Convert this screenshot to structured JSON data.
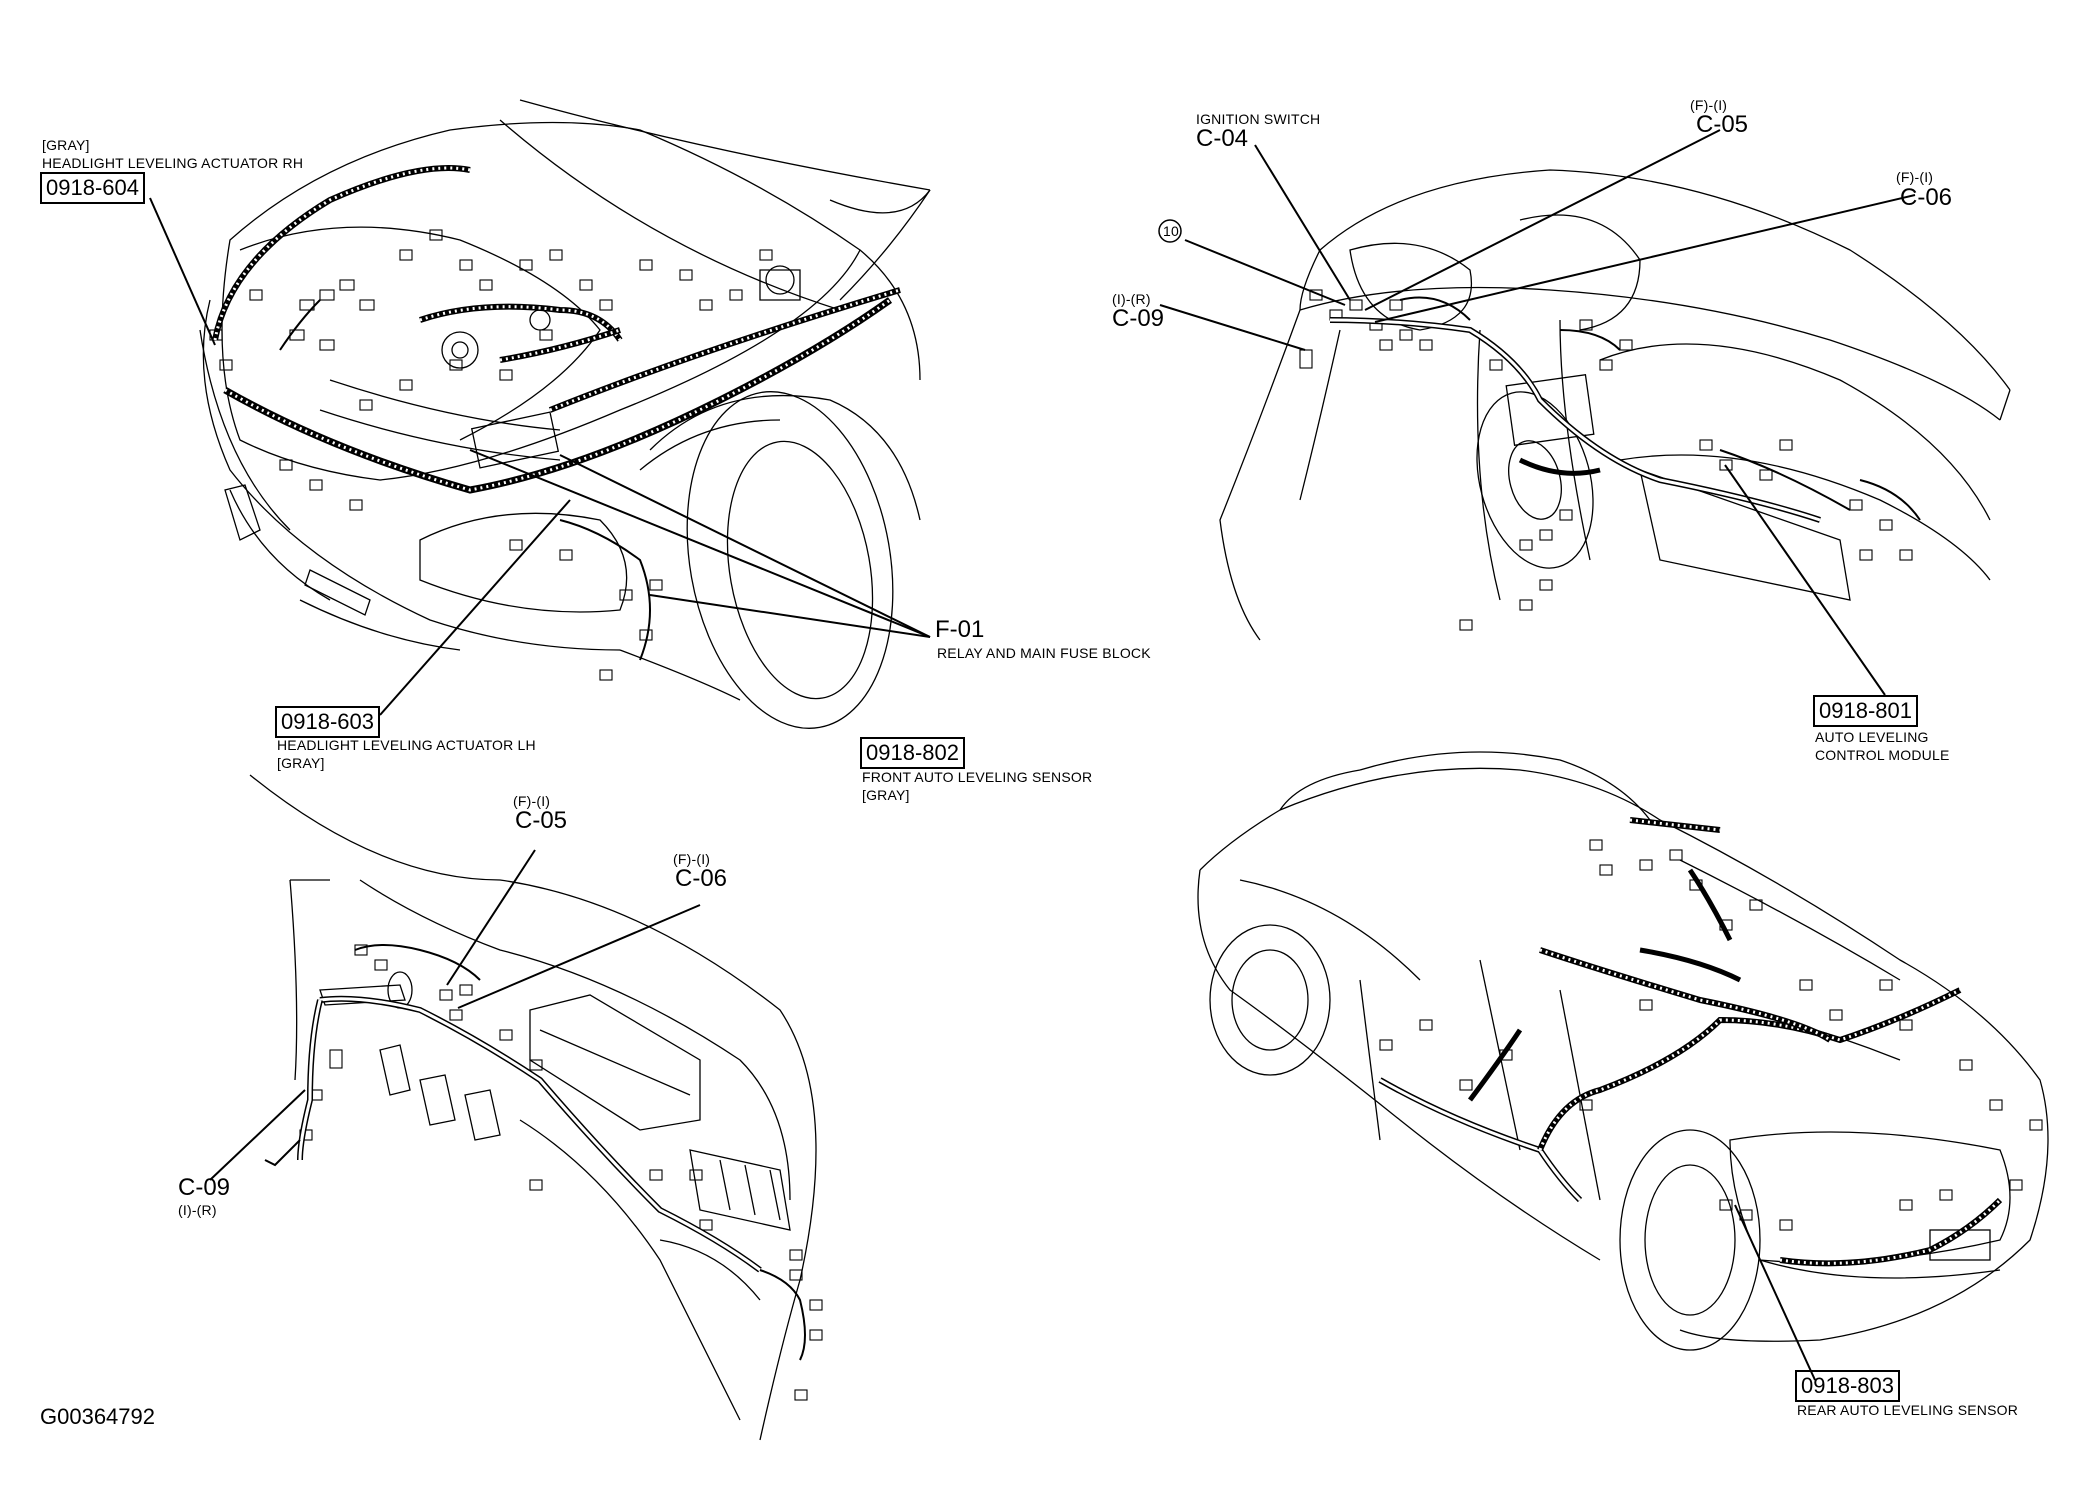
{
  "figure_id": "G00364792",
  "colors": {
    "ink": "#000000",
    "paper": "#ffffff",
    "harness": "#555555"
  },
  "callouts": {
    "rh_actuator": {
      "color": "[GRAY]",
      "name": "HEADLIGHT LEVELING ACTUATOR RH",
      "code": "0918-604"
    },
    "lh_actuator": {
      "code": "0918-603",
      "name": "HEADLIGHT LEVELING ACTUATOR LH",
      "color": "[GRAY]"
    },
    "front_sensor": {
      "code": "0918-802",
      "name": "FRONT AUTO LEVELING SENSOR",
      "color": "[GRAY]"
    },
    "fuse_block": {
      "code": "F-01",
      "name": "RELAY AND MAIN FUSE BLOCK"
    },
    "ignition": {
      "name": "IGNITION SWITCH",
      "code": "C-04"
    },
    "c05_top": {
      "group": "(F)-(I)",
      "code": "C-05"
    },
    "c06_top": {
      "group": "(F)-(I)",
      "code": "C-06"
    },
    "circle_ref": {
      "code": "10"
    },
    "c09_top": {
      "group": "(I)-(R)",
      "code": "C-09"
    },
    "module": {
      "code": "0918-801",
      "line1": "AUTO LEVELING",
      "line2": "CONTROL MODULE"
    },
    "c05_bottom": {
      "group": "(F)-(I)",
      "code": "C-05"
    },
    "c06_bottom": {
      "group": "(F)-(I)",
      "code": "C-06"
    },
    "c09_bottom": {
      "code": "C-09",
      "group": "(I)-(R)"
    },
    "rear_sensor": {
      "code": "0918-803",
      "name": "REAR AUTO LEVELING SENSOR"
    }
  }
}
